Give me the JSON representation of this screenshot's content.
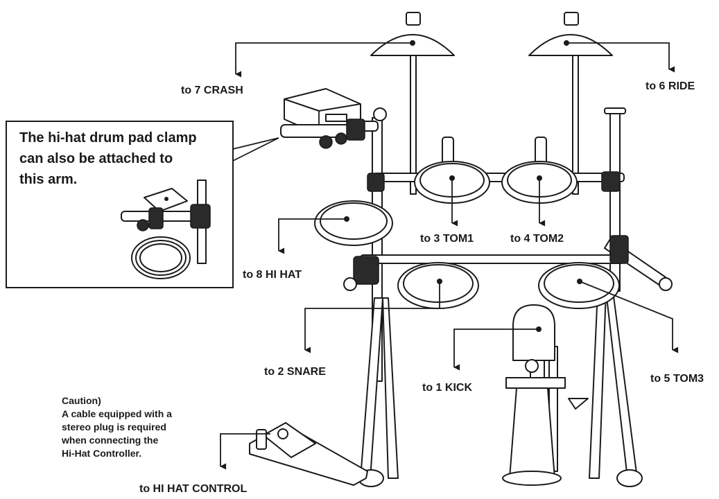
{
  "labels": {
    "crash": "to 7 CRASH",
    "ride": "to 6 RIDE",
    "tom1": "to 3 TOM1",
    "tom2": "to 4 TOM2",
    "hihat": "to 8 HI HAT",
    "snare": "to 2 SNARE",
    "kick": "to 1 KICK",
    "tom3": "to 5 TOM3",
    "hihat_control": "to HI HAT CONTROL"
  },
  "callout": {
    "lines": [
      "The hi-hat drum pad clamp",
      "can also be attached to",
      "this arm."
    ]
  },
  "caution": {
    "lines": [
      "Caution)",
      "A cable equipped with a",
      "stereo plug is required",
      "when connecting the",
      "Hi-Hat Controller."
    ]
  },
  "colors": {
    "ink": "#1a1a1a",
    "background": "#ffffff"
  }
}
